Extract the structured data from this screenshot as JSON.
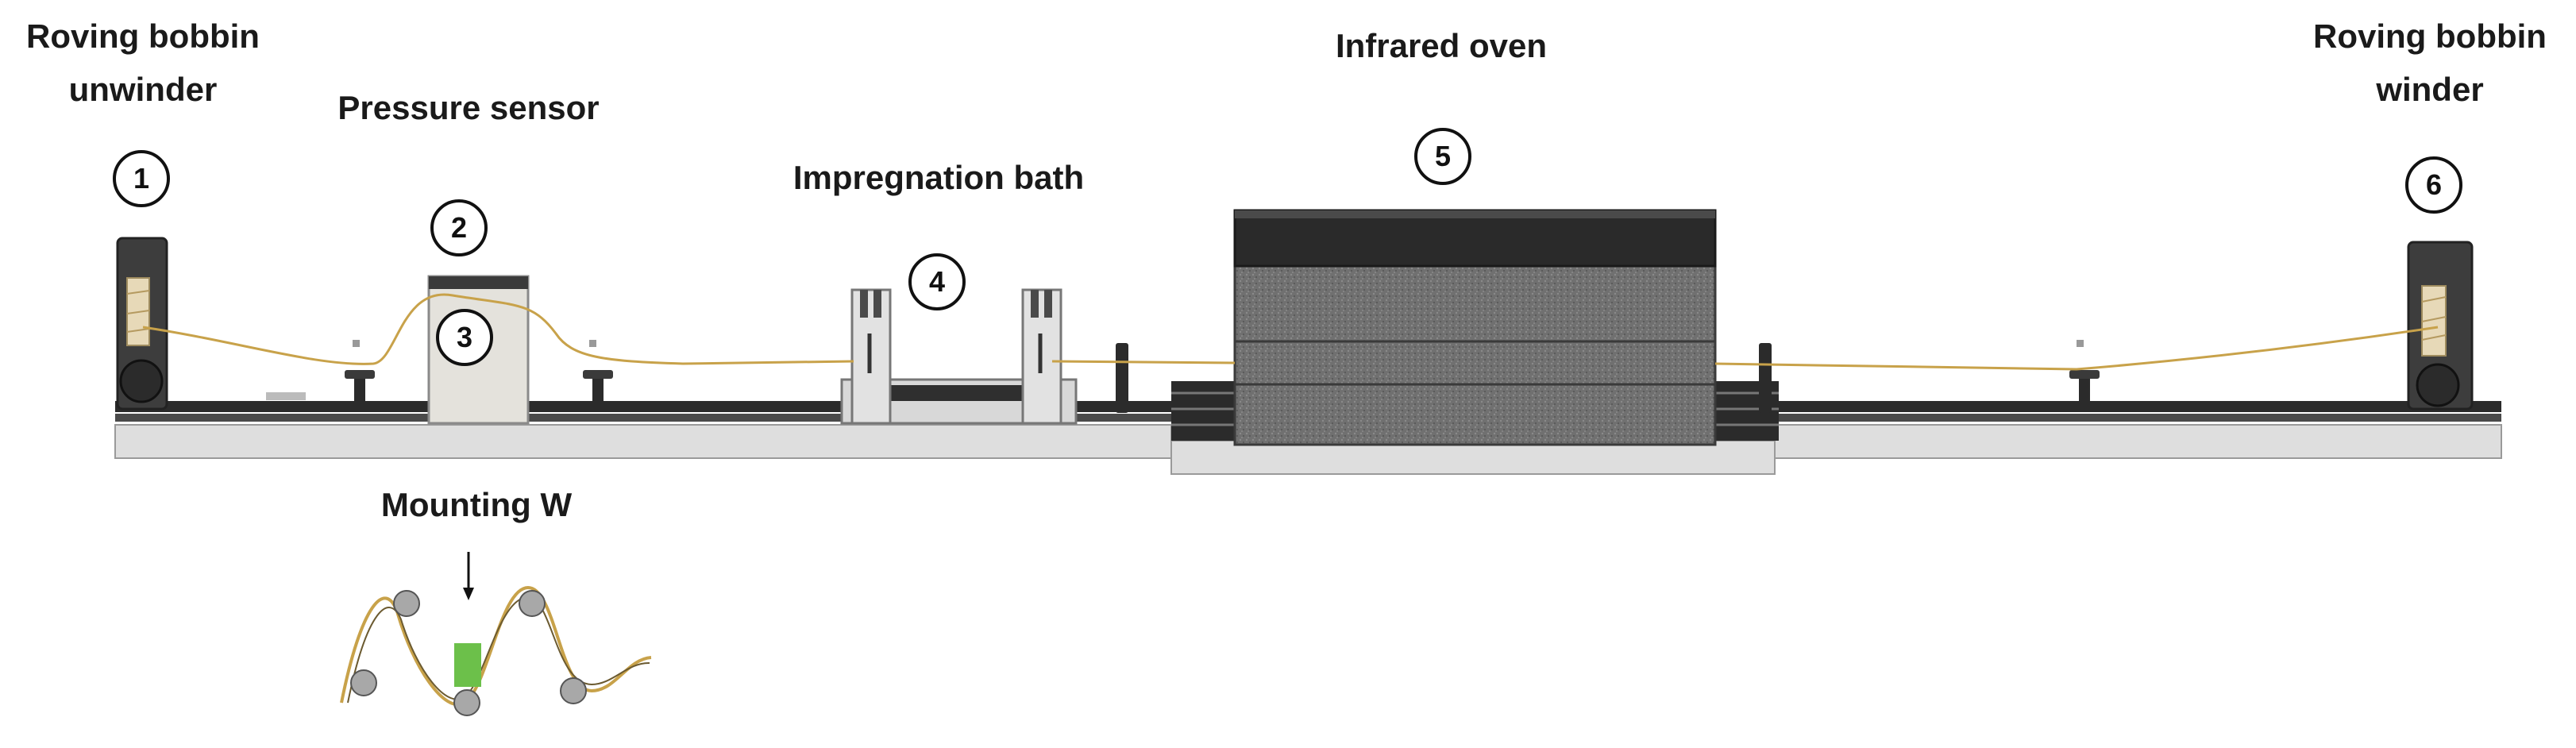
{
  "labels": {
    "unwinder_line1": "Roving bobbin",
    "unwinder_line2": "unwinder",
    "pressure_sensor": "Pressure sensor",
    "impregnation_bath": "Impregnation bath",
    "infrared_oven": "Infrared oven",
    "winder_line1": "Roving bobbin",
    "winder_line2": "winder",
    "mounting": "Mounting W"
  },
  "markers": {
    "m1": "1",
    "m2": "2",
    "m3": "3",
    "m4": "4",
    "m5": "5",
    "m6": "6"
  },
  "colors": {
    "fiber": "#c8a24a",
    "rail": "#2b2b2b",
    "base": "#dedede",
    "oven_body": "#6a6a6a",
    "oven_top": "#2a2a2a",
    "sensor": "#e4e2dc",
    "pressure_pad": "#6cc04a",
    "roller": "#a8a8a8"
  }
}
